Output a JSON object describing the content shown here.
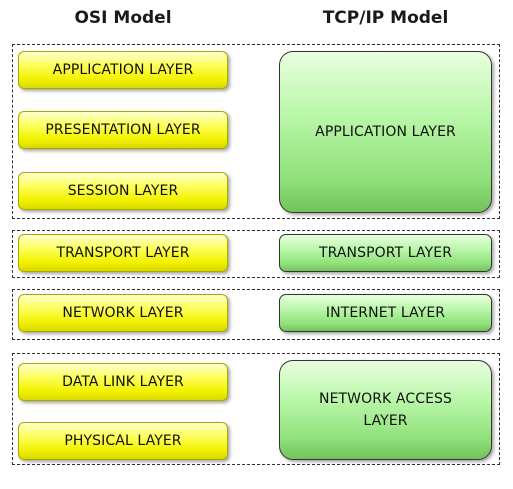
{
  "headings": {
    "osi": "OSI Model",
    "tcpip": "TCP/IP Model"
  },
  "osi_layers": {
    "application": "APPLICATION LAYER",
    "presentation": "PRESENTATION LAYER",
    "session": "SESSION LAYER",
    "transport": "TRANSPORT LAYER",
    "network": "NETWORK LAYER",
    "data_link": "DATA LINK LAYER",
    "physical": "PHYSICAL LAYER"
  },
  "tcpip_layers": {
    "application": "APPLICATION LAYER",
    "transport": "TRANSPORT LAYER",
    "internet": "INTERNET LAYER",
    "network_access_line1": "NETWORK ACCESS",
    "network_access_line2": "LAYER"
  },
  "colors": {
    "osi_fill": "#fdff62",
    "tcpip_fill": "#b9f7a8",
    "group_border": "#333333"
  }
}
